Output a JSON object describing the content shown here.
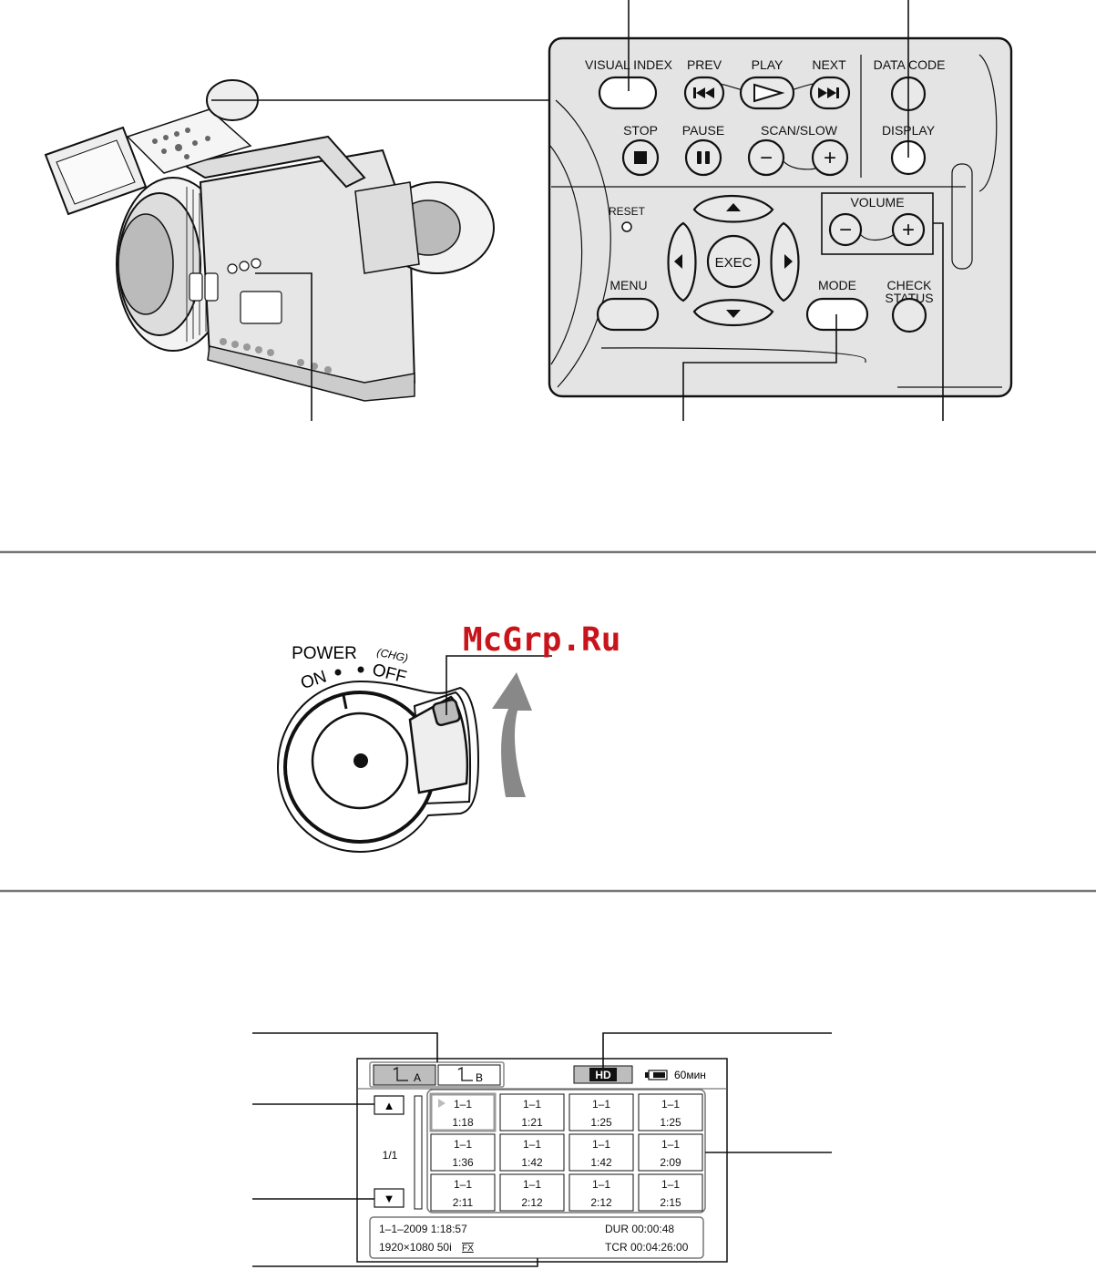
{
  "control_panel": {
    "visual_index": "VISUAL INDEX",
    "prev": "PREV",
    "play": "PLAY",
    "next": "NEXT",
    "data_code": "DATA CODE",
    "stop": "STOP",
    "pause": "PAUSE",
    "scan_slow": "SCAN/SLOW",
    "display": "DISPLAY",
    "reset": "RESET",
    "exec": "EXEC",
    "volume": "VOLUME",
    "menu": "MENU",
    "mode": "MODE",
    "status_line1": "STATUS",
    "status_line2": "CHECK"
  },
  "power_switch": {
    "power": "POWER",
    "on": "ON",
    "off": "OFF",
    "chg": "(CHG)"
  },
  "watermark": "McGrp.Ru",
  "index_screen": {
    "slot_a": "A",
    "slot_b": "B",
    "hd_badge": "HD",
    "battery": "60мин",
    "page": "1/1",
    "up_arrow": "▲",
    "down_arrow": "▼",
    "thumbnails": [
      {
        "scene": "1–1",
        "time": "1:18"
      },
      {
        "scene": "1–1",
        "time": "1:21"
      },
      {
        "scene": "1–1",
        "time": "1:25"
      },
      {
        "scene": "1–1",
        "time": "1:25"
      },
      {
        "scene": "1–1",
        "time": "1:36"
      },
      {
        "scene": "1–1",
        "time": "1:42"
      },
      {
        "scene": "1–1",
        "time": "1:42"
      },
      {
        "scene": "1–1",
        "time": "2:09"
      },
      {
        "scene": "1–1",
        "time": "2:11"
      },
      {
        "scene": "1–1",
        "time": "2:12"
      },
      {
        "scene": "1–1",
        "time": "2:12"
      },
      {
        "scene": "1–1",
        "time": "2:15"
      }
    ],
    "info": {
      "date": "1–1–2009  1:18:57",
      "resolution": "1920×1080  50i",
      "fx": "FX",
      "dur": "DUR   00:00:48",
      "tcr": "TCR   00:04:26:00"
    }
  }
}
